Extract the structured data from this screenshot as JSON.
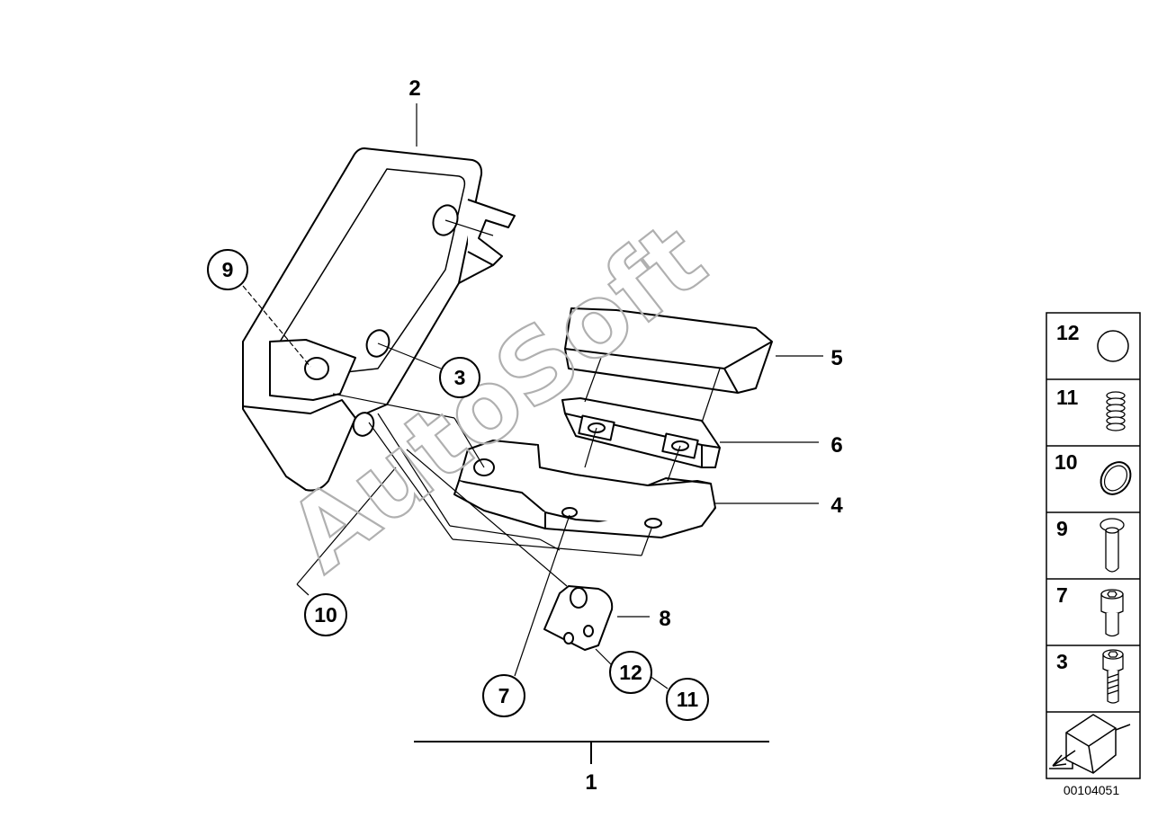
{
  "diagram": {
    "watermark": "AutoSoft",
    "reference_number": "00104051",
    "assembly_label": "1",
    "callouts": [
      {
        "id": "2",
        "label": "2"
      },
      {
        "id": "9",
        "label": "9"
      },
      {
        "id": "3",
        "label": "3"
      },
      {
        "id": "5",
        "label": "5"
      },
      {
        "id": "6",
        "label": "6"
      },
      {
        "id": "4",
        "label": "4"
      },
      {
        "id": "10",
        "label": "10"
      },
      {
        "id": "8",
        "label": "8"
      },
      {
        "id": "7",
        "label": "7"
      },
      {
        "id": "12",
        "label": "12"
      },
      {
        "id": "11",
        "label": "11"
      }
    ]
  },
  "legend": {
    "items": [
      {
        "label": "12",
        "part": "plug"
      },
      {
        "label": "11",
        "part": "spring"
      },
      {
        "label": "10",
        "part": "circlip"
      },
      {
        "label": "9",
        "part": "pin"
      },
      {
        "label": "7",
        "part": "socket-head-screw"
      },
      {
        "label": "3",
        "part": "hex-socket-screw"
      },
      {
        "label": "",
        "part": "cube-arrow-icon"
      }
    ]
  }
}
